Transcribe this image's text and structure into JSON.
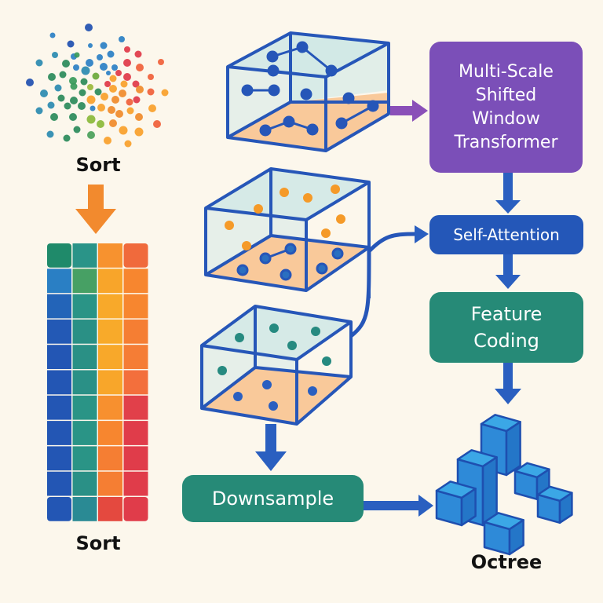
{
  "title": "Octree sort and multi-scale shifted window transformer pipeline",
  "labels": {
    "sort_top": "Sort",
    "sort_bottom": "Sort",
    "octree": "Octree"
  },
  "nodes": {
    "transformer": {
      "lines": [
        "Multi-Scale",
        "Shifted",
        "Window",
        "Transformer"
      ],
      "color": "#7b4fb8"
    },
    "self_attention": {
      "lines": [
        "Self-Attention"
      ],
      "color": "#2457b8"
    },
    "feature_coding": {
      "lines": [
        "Feature",
        "Coding"
      ],
      "color": "#268a77"
    },
    "downsample": {
      "lines": [
        "Downsample"
      ],
      "color": "#268a77"
    }
  },
  "colors": {
    "background": "#fcf7ec",
    "box_edge": "#2656b8",
    "box_face": "#cfe7e6",
    "box_floor": "#f9c99a",
    "arrow_blue": "#2a5fc0",
    "arrow_purple": "#8a4fb8",
    "arrow_orange": "#f28a2e",
    "cube_face": "#2e8ad8",
    "cube_top": "#3ba7e6",
    "cube_edge": "#1e4fb0"
  },
  "sort_grid": {
    "rows": 11,
    "cols": 4,
    "cells": [
      [
        "#1f8a6a",
        "#2a9488",
        "#f7922f",
        "#f06a3c"
      ],
      [
        "#2a7fc4",
        "#47a064",
        "#f8a52a",
        "#f7862f"
      ],
      [
        "#2364b8",
        "#2a9486",
        "#f8a92a",
        "#f7862f"
      ],
      [
        "#2359b5",
        "#2a9085",
        "#f8aa2a",
        "#f57e33"
      ],
      [
        "#2356b4",
        "#2a9085",
        "#f8a82a",
        "#f57d35"
      ],
      [
        "#2356b4",
        "#2a9086",
        "#f8a62a",
        "#f36f3c"
      ],
      [
        "#2356b4",
        "#2a9486",
        "#f7902f",
        "#e1404a"
      ],
      [
        "#2356b4",
        "#2a9486",
        "#f7862f",
        "#e03c4a"
      ],
      [
        "#2356b4",
        "#2a9486",
        "#f57e33",
        "#e03c4a"
      ],
      [
        "#2356b4",
        "#2a9086",
        "#f57e33",
        "#e03c4a"
      ],
      [
        "#2356b4",
        "#2a8a94",
        "#e4493f",
        "#e03c4a"
      ]
    ]
  },
  "scatter_points": [
    [
      113,
      35,
      "#1f4fb0",
      5
    ],
    [
      67,
      45,
      "#2a7fc4",
      3.5
    ],
    [
      90,
      56,
      "#1f4fb0",
      4.5
    ],
    [
      115,
      58,
      "#2a7fc4",
      3
    ],
    [
      132,
      58,
      "#2a7fc4",
      4.5
    ],
    [
      155,
      50,
      "#2a7fc4",
      4
    ],
    [
      70,
      70,
      "#2a8ab0",
      4
    ],
    [
      94,
      72,
      "#2a7fc4",
      4
    ],
    [
      98,
      70,
      "#3a9a5a",
      3.5
    ],
    [
      127,
      73,
      "#2a7fc4",
      4
    ],
    [
      141,
      69,
      "#2a7fc4",
      4.5
    ],
    [
      162,
      63,
      "#e03848",
      4
    ],
    [
      176,
      69,
      "#e03848",
      4.5
    ],
    [
      50,
      80,
      "#2a8ab0",
      4.5
    ],
    [
      84,
      81,
      "#2a8a5a",
      5
    ],
    [
      97,
      86,
      "#2a7fc4",
      4
    ],
    [
      114,
      80,
      "#2a7fc4",
      5
    ],
    [
      109,
      90,
      "#2a8ab0",
      5.5
    ],
    [
      132,
      85,
      "#2a7fc4",
      5
    ],
    [
      146,
      86,
      "#2a7fc4",
      4
    ],
    [
      138,
      93,
      "#2a7fc4",
      3
    ],
    [
      151,
      93,
      "#e03848",
      4
    ],
    [
      162,
      80,
      "#e03848",
      5
    ],
    [
      178,
      86,
      "#f0603a",
      5
    ],
    [
      205,
      79,
      "#f0603a",
      4
    ],
    [
      38,
      105,
      "#1f4fb0",
      5
    ],
    [
      66,
      98,
      "#2a8a5a",
      5
    ],
    [
      80,
      95,
      "#2a8a5a",
      4.5
    ],
    [
      93,
      103,
      "#3a9a5a",
      5
    ],
    [
      94,
      110,
      "#3a9a5a",
      4.5
    ],
    [
      107,
      104,
      "#2a8a5a",
      4.5
    ],
    [
      122,
      97,
      "#6aa83a",
      4.5
    ],
    [
      115,
      111,
      "#9ab83a",
      4
    ],
    [
      137,
      107,
      "#e03848",
      4
    ],
    [
      144,
      100,
      "#f8a02a",
      4.5
    ],
    [
      158,
      107,
      "#f8a02a",
      4.5
    ],
    [
      162,
      98,
      "#e03848",
      5
    ],
    [
      173,
      107,
      "#e03848",
      4.5
    ],
    [
      192,
      98,
      "#f0603a",
      4
    ],
    [
      56,
      119,
      "#2a8ab0",
      5
    ],
    [
      74,
      112,
      "#2a8ab0",
      4.5
    ],
    [
      105,
      118,
      "#2a8a5a",
      4.5
    ],
    [
      125,
      117,
      "#2a8a5a",
      4.5
    ],
    [
      144,
      113,
      "#f8a02a",
      5
    ],
    [
      156,
      119,
      "#f08a2a",
      5
    ],
    [
      178,
      114,
      "#f08a2a",
      5
    ],
    [
      192,
      117,
      "#f0603a",
      4.5
    ],
    [
      210,
      118,
      "#f8a02a",
      4.5
    ],
    [
      78,
      125,
      "#2a8a5a",
      4.5
    ],
    [
      94,
      128,
      "#2a8a5a",
      5
    ],
    [
      116,
      127,
      "#f8a02a",
      5.5
    ],
    [
      133,
      123,
      "#f8a02a",
      5
    ],
    [
      147,
      127,
      "#f08a2a",
      5
    ],
    [
      165,
      130,
      "#f0603a",
      4.5
    ],
    [
      174,
      127,
      "#e03848",
      4.5
    ],
    [
      50,
      141,
      "#2a8ab0",
      4.5
    ],
    [
      65,
      134,
      "#2a8ab0",
      4.5
    ],
    [
      86,
      135,
      "#2a8a5a",
      4.5
    ],
    [
      104,
      135,
      "#2a8a5a",
      5
    ],
    [
      118,
      138,
      "#2a7fc4",
      3.5
    ],
    [
      129,
      137,
      "#f8a02a",
      5
    ],
    [
      142,
      140,
      "#f08a2a",
      5
    ],
    [
      152,
      145,
      "#f08a2a",
      5
    ],
    [
      166,
      141,
      "#f8a02a",
      4.5
    ],
    [
      194,
      138,
      "#f8a02a",
      5
    ],
    [
      69,
      149,
      "#2a8a5a",
      5
    ],
    [
      93,
      149,
      "#2a8a5a",
      5
    ],
    [
      116,
      152,
      "#8ab83a",
      5.5
    ],
    [
      128,
      158,
      "#8ab83a",
      5
    ],
    [
      144,
      157,
      "#f08a2a",
      5
    ],
    [
      177,
      149,
      "#f08a2a",
      5
    ],
    [
      200,
      158,
      "#f0603a",
      5
    ],
    [
      64,
      171,
      "#2a8ab0",
      4.5
    ],
    [
      85,
      176,
      "#2a8a5a",
      4.5
    ],
    [
      98,
      165,
      "#2a8a5a",
      4.5
    ],
    [
      116,
      172,
      "#4aa05a",
      5
    ],
    [
      137,
      179,
      "#f8a02a",
      5
    ],
    [
      157,
      166,
      "#f8a02a",
      5.5
    ],
    [
      177,
      168,
      "#f8a02a",
      5.5
    ],
    [
      163,
      183,
      "#f8a02a",
      4.5
    ]
  ]
}
